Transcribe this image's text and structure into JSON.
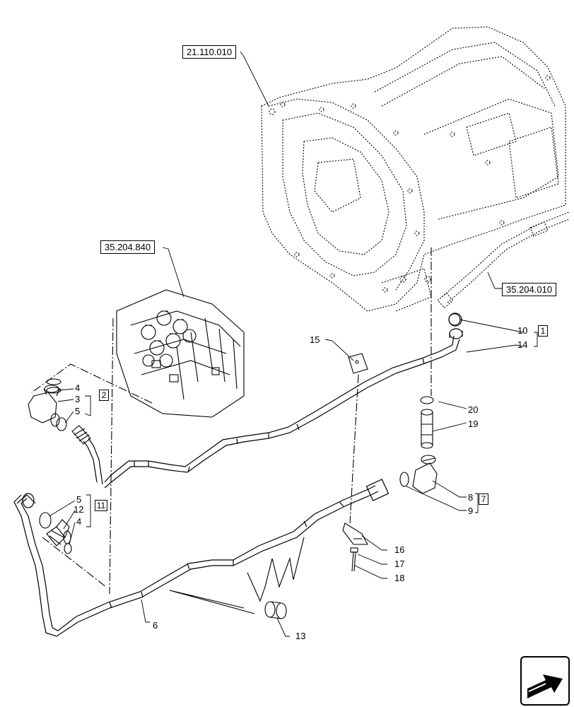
{
  "references": {
    "transmission": "21.110.010",
    "valve": "35.204.840",
    "pipe_ref": "35.204.010"
  },
  "callouts": {
    "c1": "1",
    "c2": "2",
    "c3": "3",
    "c4a": "4",
    "c4b": "4",
    "c5a": "5",
    "c5b": "5",
    "c6": "6",
    "c7": "7",
    "c8": "8",
    "c9": "9",
    "c10": "10",
    "c11": "11",
    "c12": "12",
    "c13": "13",
    "c14": "14",
    "c15": "15",
    "c16": "16",
    "c17": "17",
    "c18": "18",
    "c19": "19",
    "c20": "20"
  },
  "icons": {
    "nav": "next-page-arrow-icon"
  }
}
